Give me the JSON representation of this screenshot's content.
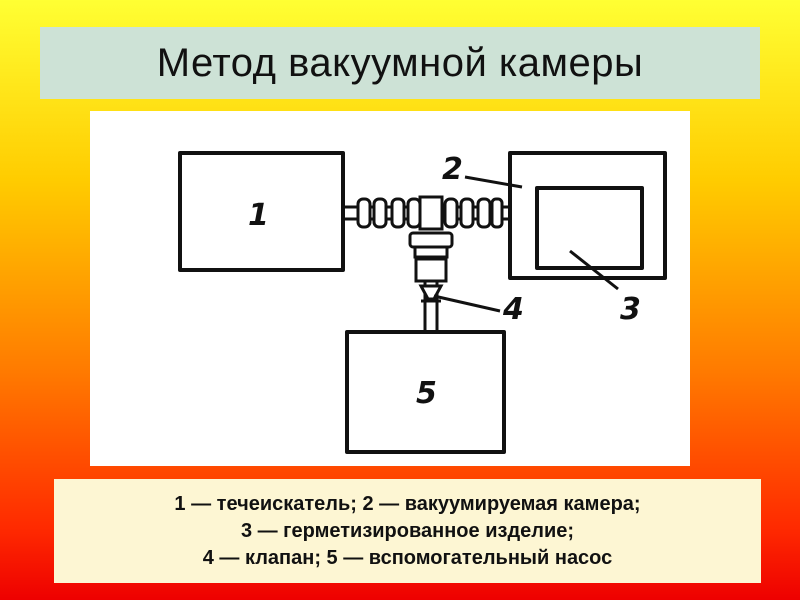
{
  "title": "Метод вакуумной камеры",
  "diagram": {
    "labels": {
      "leak_detector": "1",
      "vacuum_chamber": "2",
      "sealed_product": "3",
      "valve": "4",
      "auxiliary_pump": "5"
    }
  },
  "legend": {
    "lines": [
      "1 — течеискатель; 2 — вакуумируемая камера;",
      "3 — герметизированное изделие;",
      "4 — клапан; 5 — вспомогательный насос"
    ]
  },
  "colors": {
    "title_bg": "#cde2d6",
    "legend_bg": "#fdf6d3",
    "line": "#111111"
  }
}
